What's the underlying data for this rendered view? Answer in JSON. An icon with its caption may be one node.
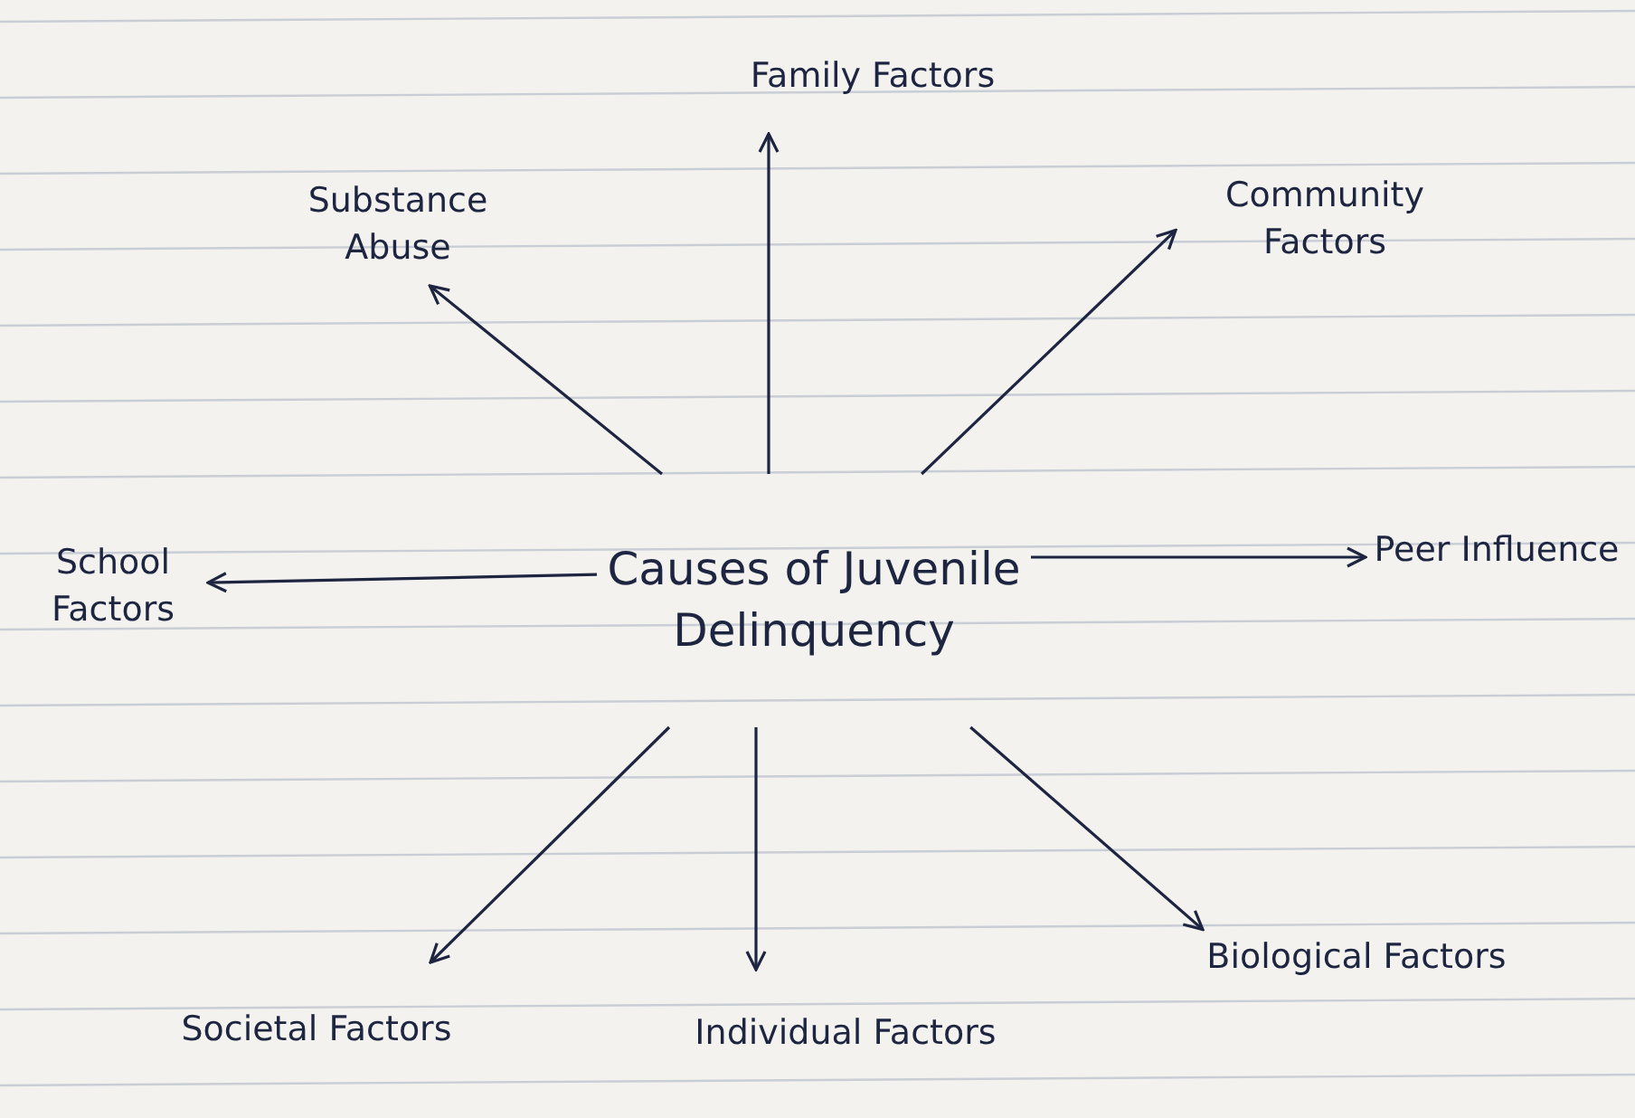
{
  "diagram": {
    "nodes": [
      {
        "text": [
          "Family Factors"
        ]
      },
      {
        "text": [
          "Substance Abuse"
        ]
      },
      {
        "text": [
          "Community Factors"
        ]
      },
      {
        "text": [
          "Causes of Juvenile Delinquency"
        ]
      },
      {
        "text": [
          "School Factors"
        ]
      },
      {
        "text": [
          "Peer Influence"
        ]
      },
      {
        "text": [
          "Biological Factors"
        ]
      },
      {
        "text": [
          "Societal Factors"
        ]
      },
      {
        "text": [
          "Individual Factors"
        ]
      }
    ],
    "edges": [
      {
        "from": 3,
        "to": 0,
        "arrow": "to"
      },
      {
        "from": 3,
        "to": 1,
        "arrow": "to"
      },
      {
        "from": 3,
        "to": 2,
        "arrow": "to"
      },
      {
        "from": 3,
        "to": 4,
        "arrow": "to"
      },
      {
        "from": 3,
        "to": 5,
        "arrow": "to"
      },
      {
        "from": 3,
        "to": 6,
        "arrow": "to"
      },
      {
        "from": 3,
        "to": 7,
        "arrow": "to"
      },
      {
        "from": 3,
        "to": 8,
        "arrow": "to"
      }
    ]
  }
}
